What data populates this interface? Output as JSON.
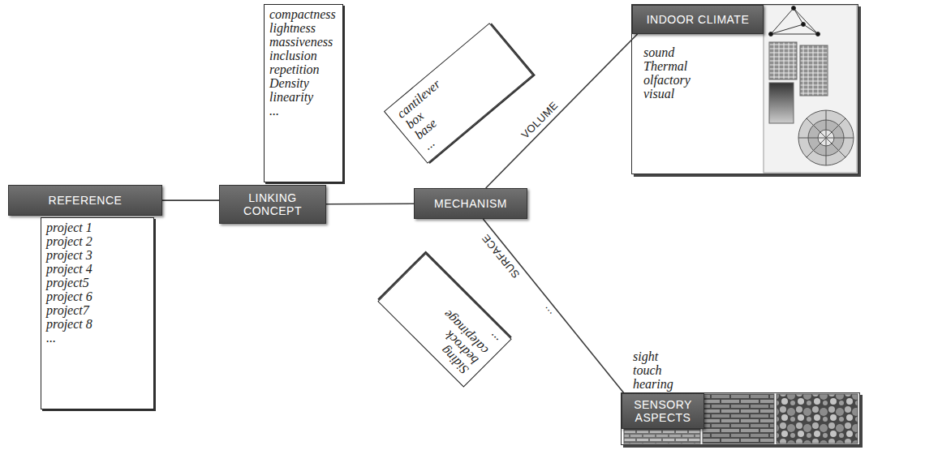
{
  "diagram": {
    "nodes": [
      {
        "text": [
          "REFERENCE"
        ]
      },
      {
        "text": [
          "project 1",
          "project 2",
          "project 3",
          "project 4",
          "project5",
          "project 6",
          "project7",
          "project 8",
          "..."
        ]
      },
      {
        "text": [
          "LINKING CONCEPT"
        ]
      },
      {
        "text": [
          "compactness",
          "lightness",
          "massiveness",
          "inclusion",
          "repetition",
          "Density",
          "linearity",
          "..."
        ]
      },
      {
        "text": [
          "MECHANISM"
        ]
      },
      {
        "text": [
          "cantilever",
          "box",
          "base",
          "..."
        ]
      },
      {
        "text": [
          "sound",
          "Thermal",
          "olfactory",
          "visual"
        ]
      },
      {
        "text": [
          "INDOOR CLIMATE"
        ],
        "in": 6
      },
      {
        "text": [
          "Siding",
          "bedrock",
          "calepinage",
          "..."
        ]
      },
      {
        "text": [
          "sight",
          "touch",
          "hearing"
        ]
      },
      {
        "text": [
          "SENSORY ASPECTS"
        ],
        "in": 9
      }
    ],
    "edges": [
      {
        "from": 0,
        "to": 2,
        "arrow": "none"
      },
      {
        "from": 2,
        "to": 4,
        "arrow": "none"
      },
      {
        "from": 4,
        "to": 7,
        "label": "VOLUME",
        "arrow": "none"
      },
      {
        "from": 4,
        "to": 10,
        "label": "SURFACE",
        "arrow": "none"
      }
    ],
    "labels": [
      "..."
    ]
  }
}
